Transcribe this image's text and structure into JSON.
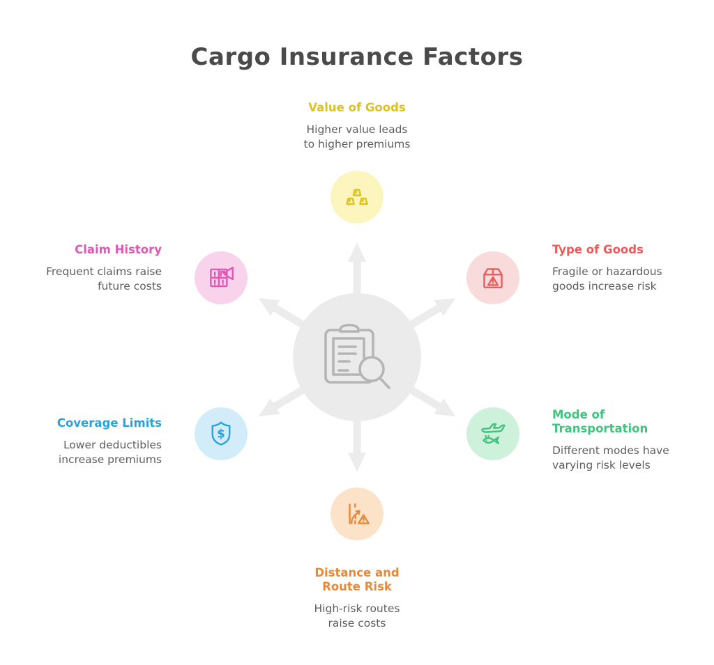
{
  "title": "Cargo Insurance Factors",
  "colors": {
    "title_text": "#4a4a4a",
    "body_text": "#5e5e5e",
    "hub_bg": "#ebebeb",
    "hub_icon": "#b5b5b5",
    "arrow": "#ececec"
  },
  "hub": {
    "icon": "clipboard-magnifier-icon"
  },
  "nodes": [
    {
      "id": "value-of-goods",
      "label": "Value of Goods",
      "description": "Higher value leads\nto higher premiums",
      "icon": "gold-bars-icon",
      "color": "#e0c11b",
      "bg": "#fcf5bd"
    },
    {
      "id": "type-of-goods",
      "label": "Type of Goods",
      "description": "Fragile or hazardous\ngoods increase risk",
      "icon": "hazard-box-icon",
      "color": "#e85c5c",
      "bg": "#fadbdb"
    },
    {
      "id": "mode-of-transportation",
      "label": "Mode of\nTransportation",
      "description": "Different modes have\nvarying risk levels",
      "icon": "plane-ship-icon",
      "color": "#3fc47e",
      "bg": "#cdf1da"
    },
    {
      "id": "distance-and-route-risk",
      "label": "Distance and\nRoute Risk",
      "description": "High-risk routes\nraise costs",
      "icon": "route-warning-icon",
      "color": "#e68a39",
      "bg": "#fbe2c9"
    },
    {
      "id": "coverage-limits",
      "label": "Coverage Limits",
      "description": "Lower deductibles\nincrease premiums",
      "icon": "shield-dollar-icon",
      "color": "#29a2db",
      "bg": "#d2edf9"
    },
    {
      "id": "claim-history",
      "label": "Claim History",
      "description": "Frequent claims raise\nfuture costs",
      "icon": "claims-archive-icon",
      "color": "#de58b4",
      "bg": "#f9d3ec"
    }
  ]
}
